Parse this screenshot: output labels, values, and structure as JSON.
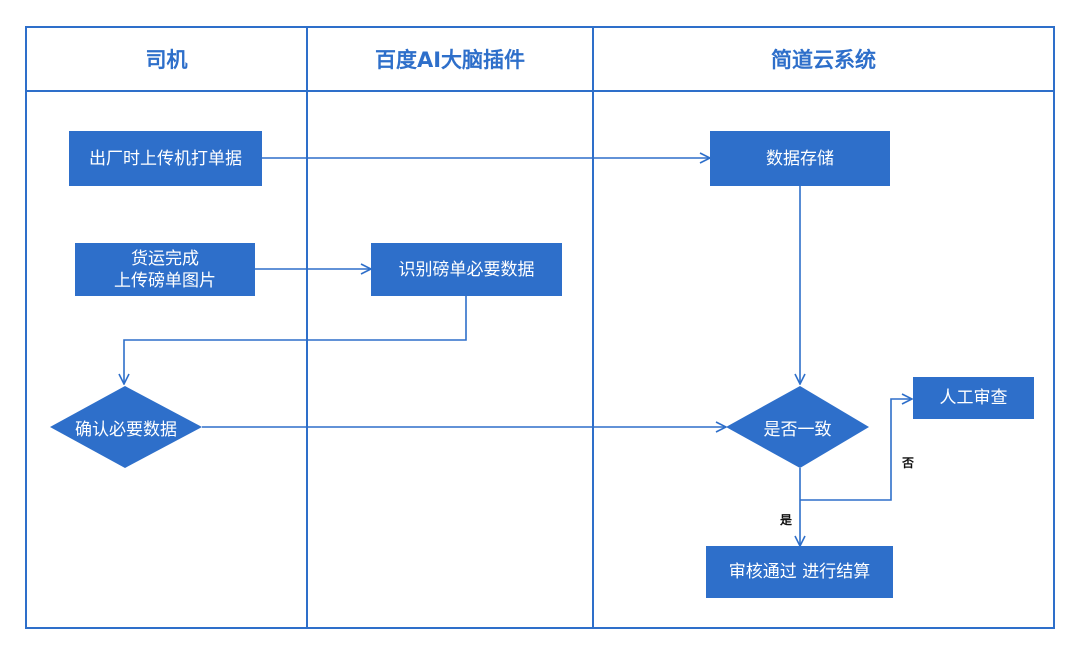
{
  "colors": {
    "accent": "#2e6fca",
    "box_text": "#ffffff"
  },
  "lanes": [
    {
      "title": "司机"
    },
    {
      "title": "百度AI大脑插件"
    },
    {
      "title": "简道云系统"
    }
  ],
  "nodes": {
    "upload_on_departure": {
      "text": "出厂时上传机打单据"
    },
    "shipment_done": {
      "line1": "货运完成",
      "line2": "上传磅单图片"
    },
    "recognize_data": {
      "text": "识别磅单必要数据"
    },
    "confirm_data": {
      "text": "确认必要数据"
    },
    "store_data": {
      "text": "数据存储"
    },
    "consistent_check": {
      "text": "是否一致"
    },
    "manual_review": {
      "text": "人工审查"
    },
    "approve_settle": {
      "text": "审核通过 进行结算"
    }
  },
  "edge_labels": {
    "yes": "是",
    "no": "否"
  }
}
